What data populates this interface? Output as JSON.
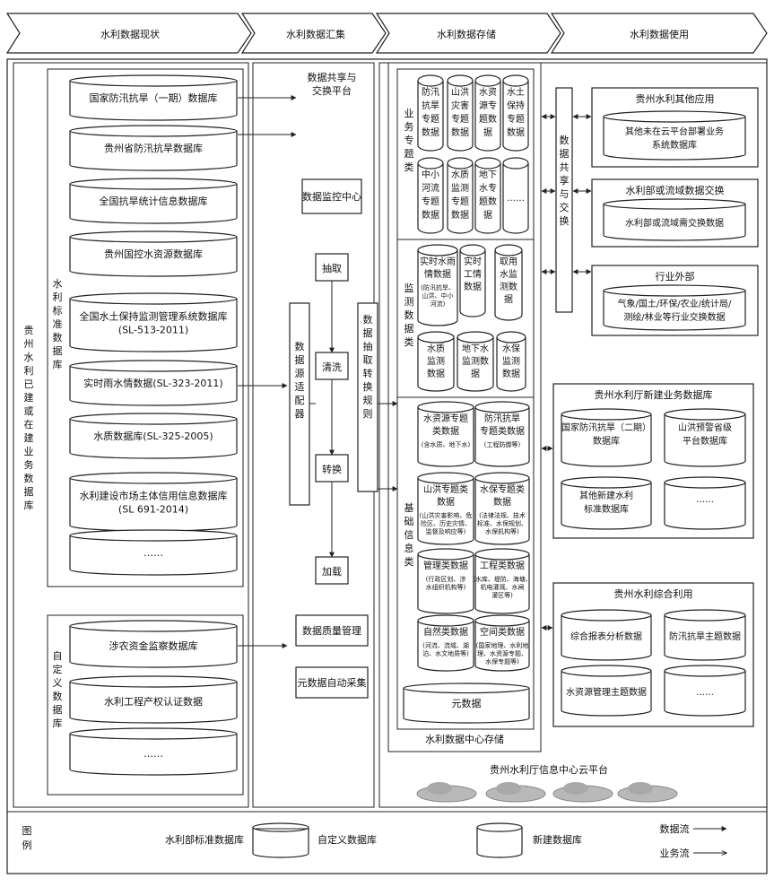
{
  "phases": [
    "水利数据现状",
    "水利数据汇集",
    "水利数据存储",
    "水利数据使用"
  ],
  "existing_label": "贵州水利已建或在建业务数据库",
  "standard_db_label": "水利标准数据库",
  "standard_dbs": [
    [
      "国家防汛抗旱（一期）数据库"
    ],
    [
      "贵州省防汛抗旱数据库"
    ],
    [
      "全国抗旱统计信息数据库"
    ],
    [
      "贵州国控水资源数据库"
    ],
    [
      "全国水土保持监测管理系统数据库",
      "(SL-513-2011)"
    ],
    [
      "实时雨水情数据(SL-323-2011)"
    ],
    [
      "水质数据库(SL-325-2005)"
    ],
    [
      "水利建设市场主体信用信息数据库",
      "(SL 691-2014)"
    ],
    [
      "……"
    ]
  ],
  "custom_db_label": "自定义数据库",
  "custom_dbs": [
    "涉农资金监察数据库",
    "水利工程产权认证数据",
    "……"
  ],
  "source_adapter": "数据源适配器",
  "etl_rules": "数据抽取转换规则",
  "exchange_platform": [
    "数据共享与",
    "交换平台"
  ],
  "monitor_center": "数据监控中心",
  "etl_steps": [
    "抽取",
    "清洗",
    "转换",
    "加载"
  ],
  "quality_mgmt": "数据质量管理",
  "metadata_collect": "元数据自动采集",
  "thematic_label": "业务专题类",
  "thematic_dbs": [
    [
      "防汛",
      "抗旱",
      "专题",
      "数据"
    ],
    [
      "山洪",
      "灾害",
      "专题",
      "数据"
    ],
    [
      "水资",
      "源专",
      "题数",
      "据"
    ],
    [
      "水土",
      "保持",
      "专题",
      "数据"
    ],
    [
      "中小",
      "河流",
      "专题",
      "数据"
    ],
    [
      "水质",
      "监测",
      "专题",
      "数据"
    ],
    [
      "地下",
      "水专",
      "题数",
      "据"
    ],
    [
      "……"
    ]
  ],
  "monitor_label": "监测数据类",
  "monitor_dbs": [
    {
      "lines": [
        "实时水雨",
        "情数据"
      ],
      "sub": [
        "(防汛抗旱、",
        "山洪、中小",
        "河流)"
      ]
    },
    {
      "lines": [
        "实时",
        "工情",
        "数据"
      ],
      "sub": []
    },
    {
      "lines": [
        "取用",
        "水监",
        "测数",
        "据"
      ],
      "sub": []
    },
    {
      "lines": [
        "水质",
        "监测",
        "数据"
      ],
      "sub": []
    },
    {
      "lines": [
        "地下水",
        "监测数",
        "据"
      ],
      "sub": []
    },
    {
      "lines": [
        "水保",
        "监测",
        "数据"
      ],
      "sub": []
    }
  ],
  "basic_label": "基础信息类",
  "basic_dbs": [
    {
      "lines": [
        "水资源专题",
        "类数据"
      ],
      "sub": [
        "(含水质、地下水)"
      ]
    },
    {
      "lines": [
        "防汛抗旱",
        "专题类数据"
      ],
      "sub": [
        "(工程防御等)"
      ]
    },
    {
      "lines": [
        "山洪专题类",
        "数据"
      ],
      "sub": [
        "(山洪灾害影响、危",
        "险区、历史灾情、",
        "监督及响应等)"
      ]
    },
    {
      "lines": [
        "水保专题类",
        "数据"
      ],
      "sub": [
        "(法律法规、技术",
        "标准、水保规划、",
        "水保机构等)"
      ]
    },
    {
      "lines": [
        "管理类数据"
      ],
      "sub": [
        "(行政区划、涉",
        "水组织机构等)"
      ]
    },
    {
      "lines": [
        "工程类数据"
      ],
      "sub": [
        "(水库、堤防、海塘、",
        "机电灌溉、水闸",
        "灌区等)"
      ]
    },
    {
      "lines": [
        "自然类数据"
      ],
      "sub": [
        "(河流、流域、湖",
        "泊、水文地质等)"
      ]
    },
    {
      "lines": [
        "空间类数据"
      ],
      "sub": [
        "(国家地理、水利地",
        "理、水资源专题、",
        "水保专题等)"
      ]
    }
  ],
  "metadata_db": "元数据",
  "center_storage": "水利数据中心存储",
  "share_exchange": "数据共享与交换",
  "other_apps_title": "贵州水利其他应用",
  "other_apps_db": [
    "其他未在云平台部署业务",
    "系统数据库"
  ],
  "basin_title": "水利部或流域数据交换",
  "basin_db": "水利部或流域需交换数据",
  "industry_title": "行业外部",
  "industry_db": [
    "气象/国土/环保/农业/统计局/",
    "测绘/林业等行业交换数据"
  ],
  "new_db_title": "贵州水利厅新建业务数据库",
  "new_dbs": [
    [
      "国家防汛抗旱（二期）",
      "数据库"
    ],
    [
      "山洪预警省级",
      "平台数据库"
    ],
    [
      "其他新建水利",
      "标准数据库"
    ],
    [
      "……"
    ]
  ],
  "util_title": "贵州水利综合利用",
  "util_dbs": [
    "综合报表分析数据",
    "防汛抗旱主题数据",
    "水资源管理主题数据",
    "……"
  ],
  "cloud_label": "贵州水利厅信息中心云平台",
  "legend": {
    "title": "图例",
    "standard": "水利部标准数据库",
    "custom": "自定义数据库",
    "new": "新建数据库",
    "data_flow": "数据流",
    "business_flow": "业务流"
  }
}
